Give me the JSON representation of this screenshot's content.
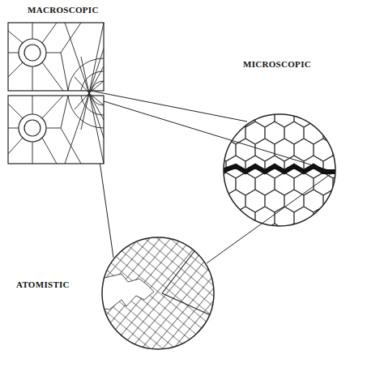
{
  "diagram": {
    "labels": [
      "MACROSCOPIC",
      "MICROSCOPIC",
      "ATOMISTIC"
    ]
  }
}
